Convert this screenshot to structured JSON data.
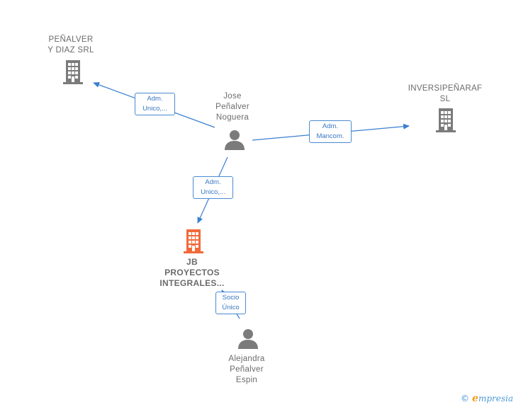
{
  "colors": {
    "edge": "#3a7fd0",
    "node_gray": "#7b7b7b",
    "node_highlight": "#f26a3a"
  },
  "nodes": {
    "penalver_diaz": {
      "lines": [
        "PEÑALVER",
        "Y DIAZ SRL"
      ],
      "icon": "building-icon"
    },
    "jose": {
      "lines": [
        "Jose",
        "Peñalver",
        "Noguera"
      ],
      "icon": "person-icon"
    },
    "inversi": {
      "lines": [
        "INVERSIPEÑARAF",
        "SL"
      ],
      "icon": "building-icon"
    },
    "jb": {
      "lines": [
        "JB",
        "PROYECTOS",
        "INTEGRALES..."
      ],
      "icon": "building-icon"
    },
    "alejandra": {
      "lines": [
        "Alejandra",
        "Peñalver",
        "Espin"
      ],
      "icon": "person-icon"
    }
  },
  "edges": {
    "e1": [
      "Adm.",
      "Unico,..."
    ],
    "e2": [
      "Adm.",
      "Mancom."
    ],
    "e3": [
      "Adm.",
      "Unico,..."
    ],
    "e4": [
      "Socio",
      "Único"
    ]
  },
  "watermark": {
    "copyright": "©",
    "brand_initial": "e",
    "brand_rest": "mpresia"
  }
}
